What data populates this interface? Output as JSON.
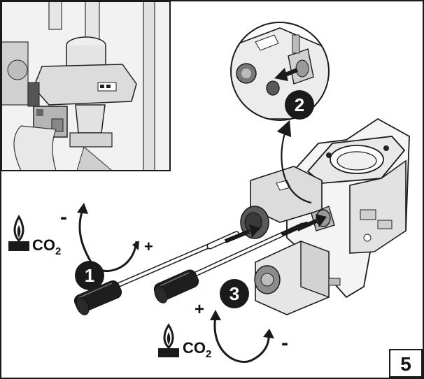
{
  "steps": {
    "s1": "1",
    "s2": "2",
    "s3": "3"
  },
  "co2_upper": {
    "text": "CO",
    "sub": "2",
    "minus": "-",
    "plus": "+"
  },
  "co2_lower": {
    "text": "CO",
    "sub": "2",
    "minus": "-",
    "plus": "+"
  },
  "page_number": "5",
  "icons": [
    "flame-co2-icon",
    "rotation-arrow-icon",
    "push-arrow-icon",
    "screwdriver-icon"
  ],
  "colors": {
    "line": "#1a1a1a",
    "fill_dark": "#222222",
    "fill_mid": "#9a9a9a",
    "fill_light": "#d9d9d9",
    "paper": "#ffffff"
  }
}
